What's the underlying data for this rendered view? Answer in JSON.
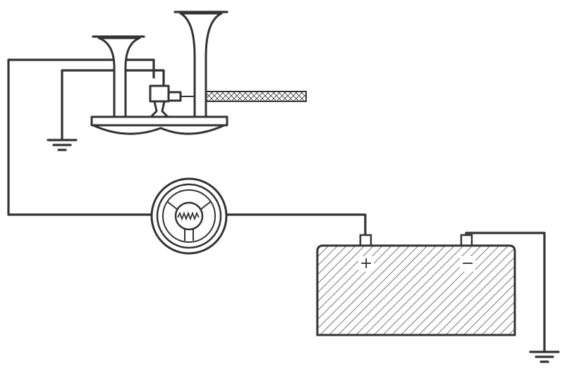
{
  "diagram": {
    "battery": {
      "positive_symbol": "+",
      "negative_symbol": "−"
    },
    "colors": {
      "line": "#333333",
      "background": "#ffffff",
      "hatch": "#555555"
    },
    "components": [
      "twin-trumpet-horns",
      "horn-relay-valve",
      "air-hose",
      "steering-wheel-horn-button",
      "battery",
      "ground-symbol"
    ]
  }
}
